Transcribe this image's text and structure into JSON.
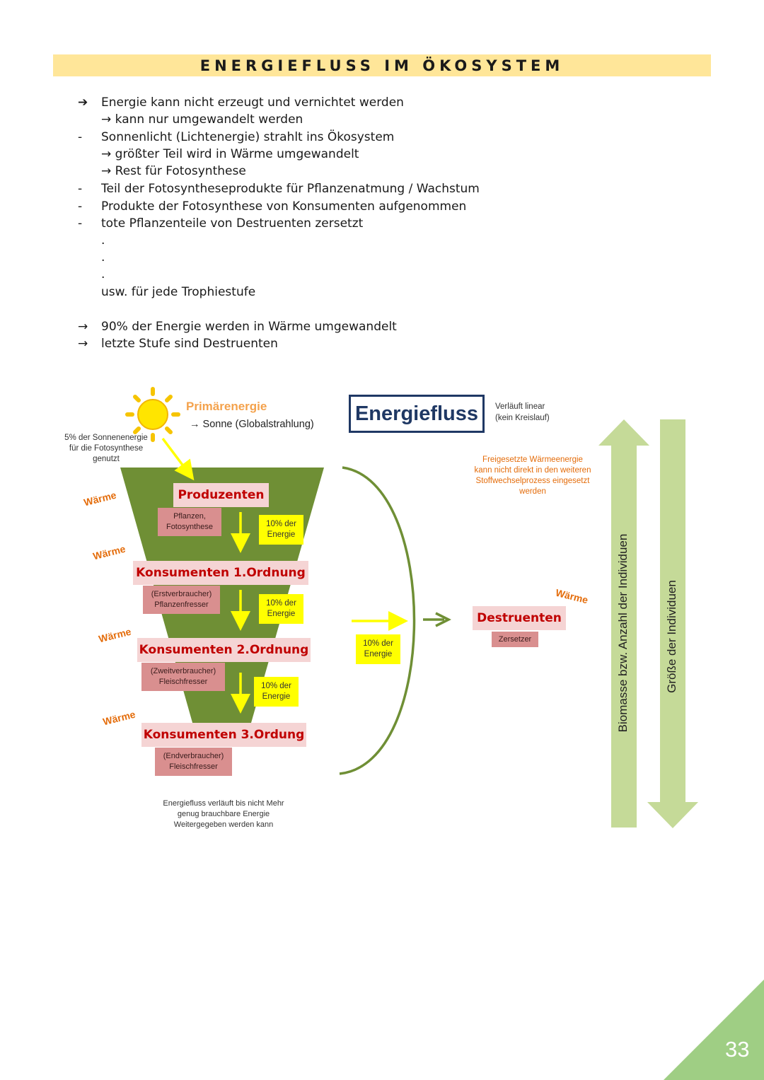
{
  "header": {
    "title": "ENERGIEFLUSS IM ÖKOSYSTEM"
  },
  "notes": {
    "l1": "Energie kann nicht erzeugt und vernichtet werden",
    "l2": "→ kann nur umgewandelt werden",
    "l3": "Sonnenlicht (Lichtenergie) strahlt ins Ökosystem",
    "l4": "→ größter Teil wird in Wärme umgewandelt",
    "l5": "→ Rest für Fotosynthese",
    "l6": "Teil der Fotosyntheseprodukte für Pflanzenatmung / Wachstum",
    "l7": "Produkte der Fotosynthese von Konsumenten aufgenommen",
    "l8": "tote Pflanzenteile von Destruenten zersetzt",
    "dot": ".",
    "l9": "usw. für jede Trophiestufe",
    "l10": "90% der Energie werden in Wärme umgewandelt",
    "l11": "letzte Stufe sind Destruenten",
    "arrow_bold": "➔",
    "arrow": "→",
    "dash": "-"
  },
  "diagram": {
    "primaer": "Primärenergie",
    "sonne": "→ Sonne (Globalstrahlung)",
    "sonnenenergie": "5% der Sonnenenergie für die Fotosynthese genutzt",
    "energiefluss": "Energiefluss",
    "linear_1": "Verläuft linear",
    "linear_2": "(kein Kreislauf)",
    "freigesetzt": "Freigesetzte Wärmeenergie kann nicht direkt in den weiteren Stoffwechselprozess eingesetzt werden",
    "waerme": "Wärme",
    "produzenten": "Produzenten",
    "produzenten_sub": "Pflanzen, Fotosynthese",
    "k1": "Konsumenten 1.Ordnung",
    "k1_sub": "(Erstverbraucher) Pflanzenfresser",
    "k2": "Konsumenten 2.Ordnung",
    "k2_sub": "(Zweitverbraucher) Fleischfresser",
    "k3": "Konsumenten 3.Ordung",
    "k3_sub": "(Endverbraucher) Fleischfresser",
    "ten": "10% der Energie",
    "destruenten": "Destruenten",
    "zersetzer": "Zersetzer",
    "bottom_note": "Energiefluss verläuft bis nicht Mehr genug brauchbare Energie Weitergegeben werden kann",
    "biomasse": "Biomasse bzw. Anzahl der Individuen",
    "groesse": "Größe der Individuen"
  },
  "page_number": "33",
  "colors": {
    "title_bg": "#ffe699",
    "green": "#6f8f35",
    "light_green": "#c5da98",
    "orange": "#e46c0a",
    "red": "#c00000",
    "navy": "#1f3864",
    "yellow": "#ffff00",
    "corner": "#9fce84"
  }
}
